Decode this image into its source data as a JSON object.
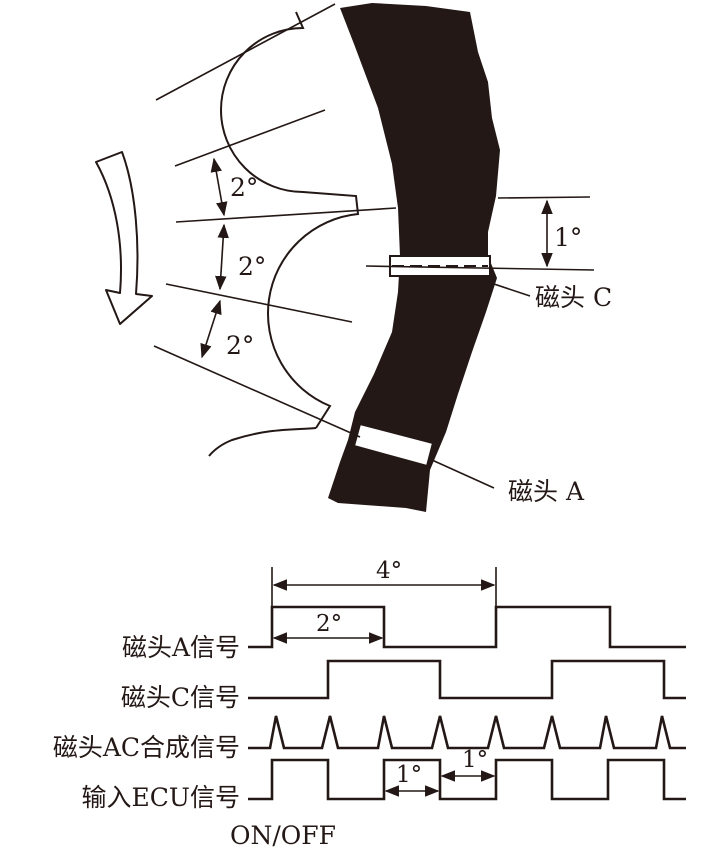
{
  "upper_diagram": {
    "angle_labels": [
      "2°",
      "2°",
      "2°",
      "1°"
    ],
    "head_c_label": "磁头 C",
    "head_a_label": "磁头 A"
  },
  "timing_diagram": {
    "dimension_4deg": "4°",
    "dimension_2deg": "2°",
    "dimension_1deg_a": "1°",
    "dimension_1deg_b": "1°",
    "signal_labels": [
      "磁头A信号",
      "磁头C信号",
      "磁头AC合成信号",
      "输入ECU信号"
    ],
    "bottom_note": "ON/OFF"
  },
  "colors": {
    "ink": "#231815",
    "background": "#ffffff"
  }
}
